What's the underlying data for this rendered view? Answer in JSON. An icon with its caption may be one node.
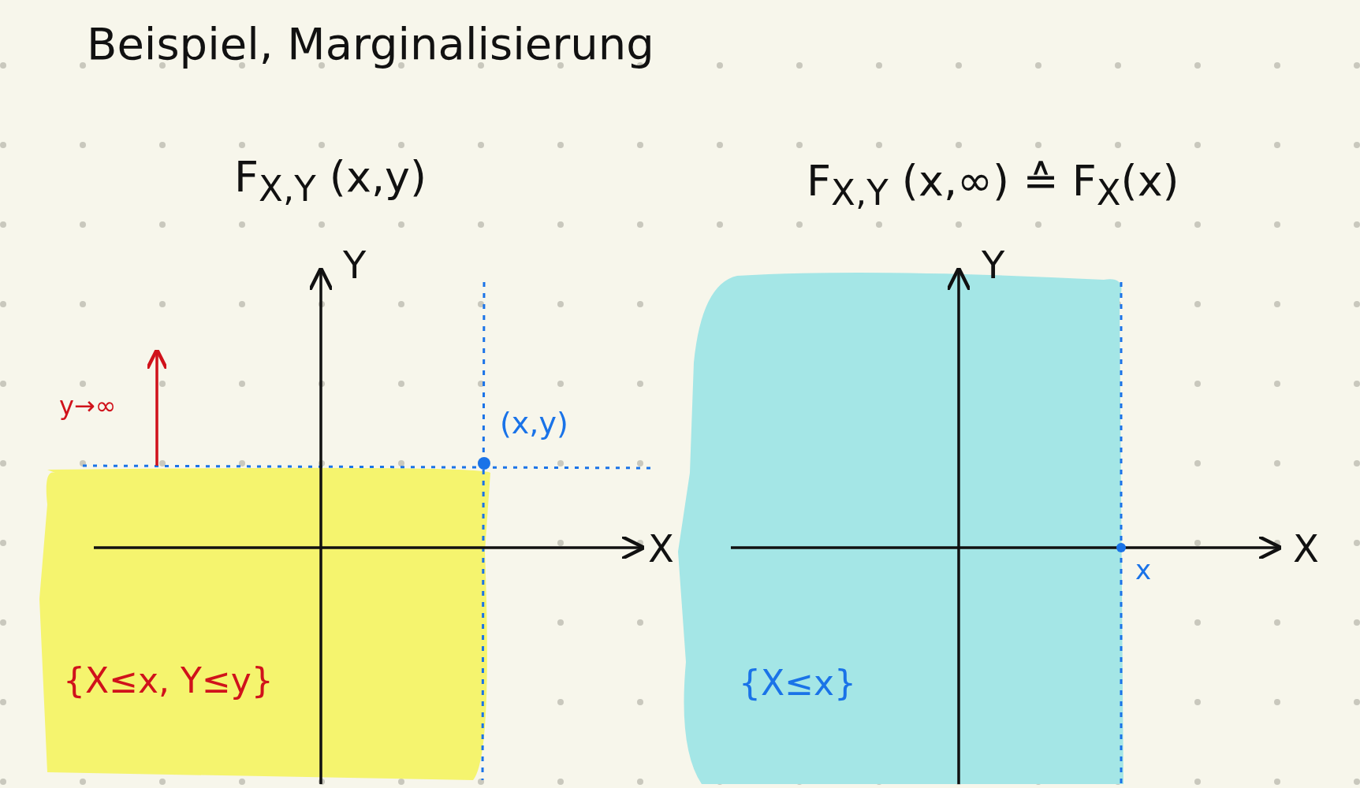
{
  "diagram": {
    "title": "Beispiel, Marginalisierung",
    "labels": [
      "F$_{X,Y}$ (x,y)",
      "F$_{X,Y}$ (x,∞) ≙ F$_{X}$(x)",
      "Y",
      "Y",
      "y→∞",
      "(x,y)",
      "X",
      "X",
      "x",
      "{X≤x, Y≤y}",
      "{X≤x}"
    ]
  }
}
